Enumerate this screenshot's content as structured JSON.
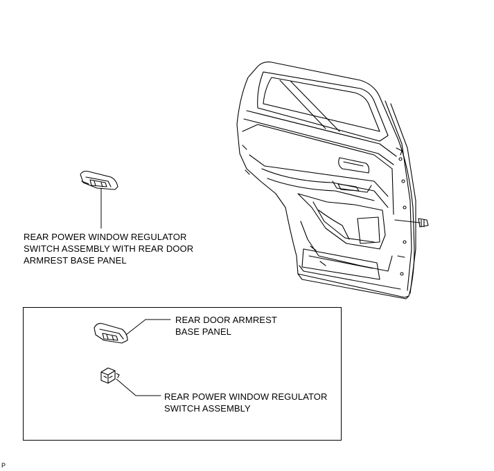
{
  "callouts": {
    "assembly_with_panel": [
      "REAR POWER WINDOW REGULATOR",
      "SWITCH ASSEMBLY WITH REAR DOOR",
      "ARMREST BASE PANEL"
    ],
    "armrest_base_panel": [
      "REAR DOOR ARMREST",
      "BASE PANEL"
    ],
    "switch_assembly": [
      "REAR POWER WINDOW REGULATOR",
      "SWITCH ASSEMBLY"
    ]
  },
  "footer": {
    "code": "P"
  },
  "colors": {
    "line": "#000000",
    "background": "#ffffff"
  }
}
